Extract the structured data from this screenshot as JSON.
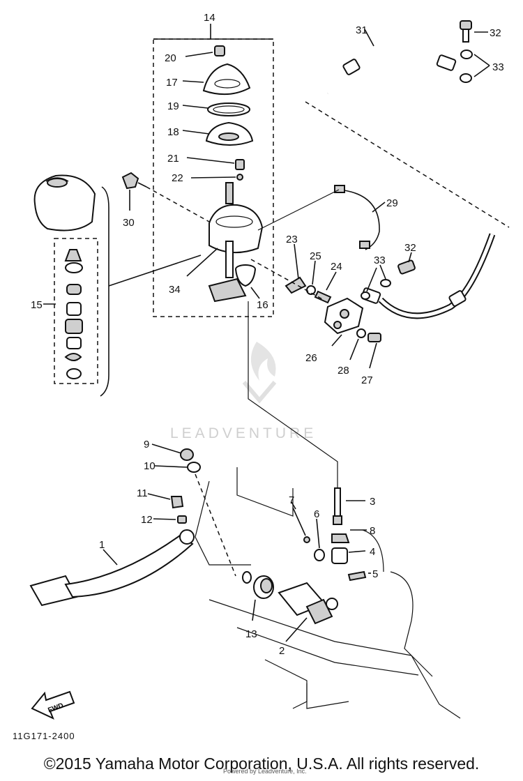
{
  "figure_code": "11G171-2400",
  "copyright": "©2015 Yamaha Motor Corporation, U.S.A. All rights reserved.",
  "credit": "Powered by Leadventure, Inc.",
  "watermark": "LEADVENTURE",
  "fwd_label": "FWD",
  "callouts": [
    "14",
    "20",
    "17",
    "19",
    "18",
    "21",
    "22",
    "30",
    "34",
    "16",
    "15",
    "31",
    "32",
    "33",
    "29",
    "23",
    "25",
    "24",
    "32",
    "33",
    "26",
    "28",
    "27",
    "9",
    "10",
    "11",
    "12",
    "1",
    "7",
    "6",
    "3",
    "8",
    "4",
    "5",
    "13",
    "2"
  ]
}
